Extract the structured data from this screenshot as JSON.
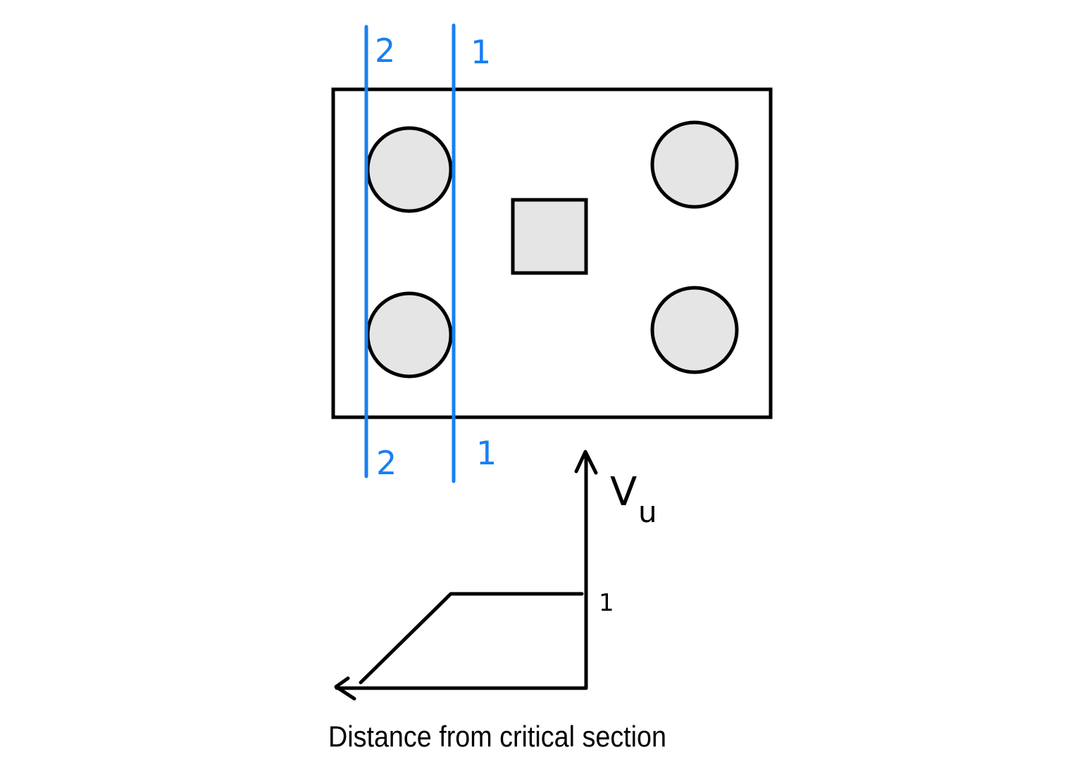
{
  "colors": {
    "section_line": "#1a7ff0",
    "outline": "#000000",
    "fill": "#e5e5e5"
  },
  "sections": [
    {
      "label_top": "2",
      "label_bottom": "2"
    },
    {
      "label_top": "1",
      "label_bottom": "1"
    }
  ],
  "graph": {
    "y_label_main": "V",
    "y_label_sub": "u",
    "level_label": "1",
    "x_label": "Distance from critical section"
  }
}
